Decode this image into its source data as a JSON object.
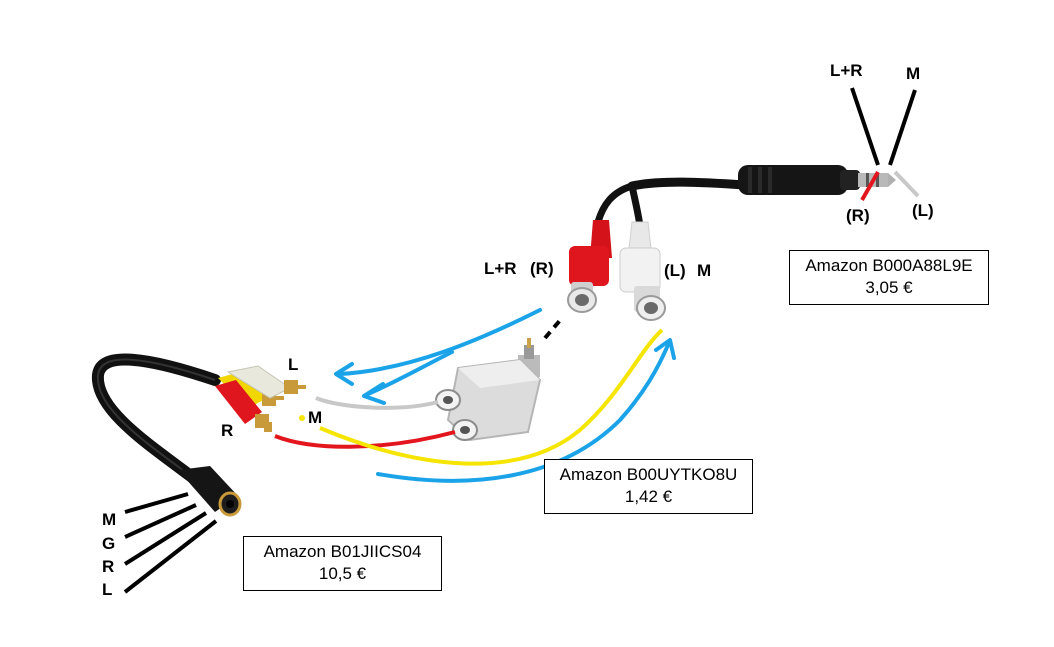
{
  "labels": {
    "top_lr": "L+R",
    "top_m": "M",
    "top_r": "(R)",
    "top_l": "(L)",
    "mid_lr": "L+R",
    "mid_r": "(R)",
    "mid_l": "(L)",
    "mid_m": "M",
    "left_l": "L",
    "left_r": "R",
    "left_m": "M",
    "jack_m": "M",
    "jack_g": "G",
    "jack_r": "R",
    "jack_l": "L"
  },
  "products": {
    "plug": {
      "name": "Amazon B000A88L9E",
      "price": "3,05 €"
    },
    "adapter": {
      "name": "Amazon B00UYTKO8U",
      "price": "1,42 €"
    },
    "cable": {
      "name": "Amazon B01JIICS04",
      "price": "10,5 €"
    }
  },
  "colors": {
    "red": "#e3161d",
    "white": "#c8c8c8",
    "yellow": "#f5e500",
    "blue_arrow": "#1aa3e8",
    "cable_black": "#111111"
  }
}
